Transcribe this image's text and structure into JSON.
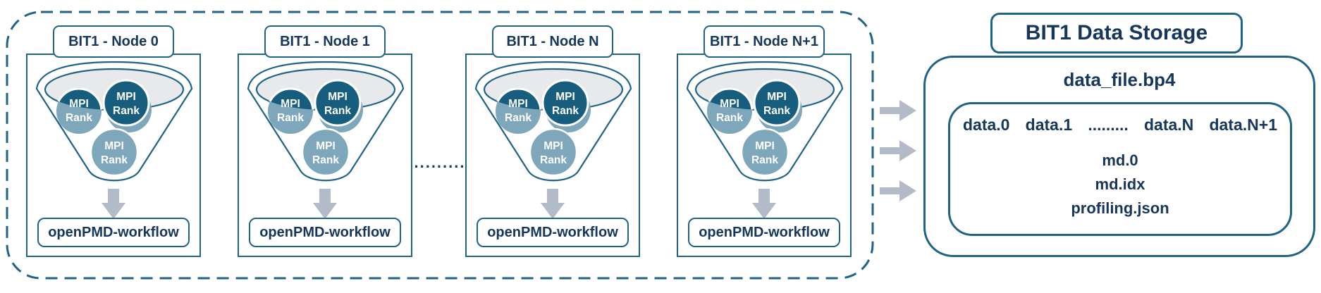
{
  "cluster": {
    "nodes": [
      {
        "label": "BIT1 - Node 0",
        "workflow_label": "openPMD-workflow"
      },
      {
        "label": "BIT1 - Node 1",
        "workflow_label": "openPMD-workflow"
      },
      {
        "label": "BIT1 - Node N",
        "workflow_label": "openPMD-workflow"
      },
      {
        "label": "BIT1 - Node N+1",
        "workflow_label": "openPMD-workflow"
      }
    ],
    "rank_circle_lines": [
      "MPI",
      "Rank"
    ],
    "nodes_ellipsis": "........."
  },
  "storage": {
    "title": "BIT1 Data Storage",
    "file_name": "data_file.bp4",
    "data_row": [
      "data.0",
      "data.1",
      ".........",
      "data.N",
      "data.N+1"
    ],
    "meta_files": [
      "md.0",
      "md.idx",
      "profiling.json"
    ]
  },
  "icons": {
    "down_arrow": "down-arrow-icon",
    "right_arrow": "right-arrow-icon"
  },
  "colors": {
    "border_teal": "#1F6386",
    "text_navy": "#16365C",
    "rank_dark": "#175E7E",
    "rank_light": "#7EA7BC",
    "funnel_gray": "#E7E9EA",
    "arrow_gray": "#B2BBC7"
  }
}
